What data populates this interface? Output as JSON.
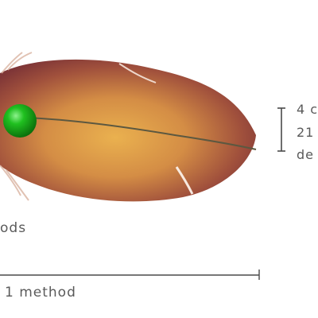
{
  "labels": {
    "left_label_fragment": "ods",
    "bottom_label_fragment": "1 method",
    "right_label_line1": "4 c",
    "right_label_line2": "21",
    "right_label_line3": "de"
  },
  "colors": {
    "feather_dark": "#7f3637",
    "feather_mid": "#b5683e",
    "feather_light": "#e6a44a",
    "shaft": "#5c5840",
    "marker": "#14b814",
    "text": "#5a5a5a",
    "rule": "#4a4a4a"
  }
}
